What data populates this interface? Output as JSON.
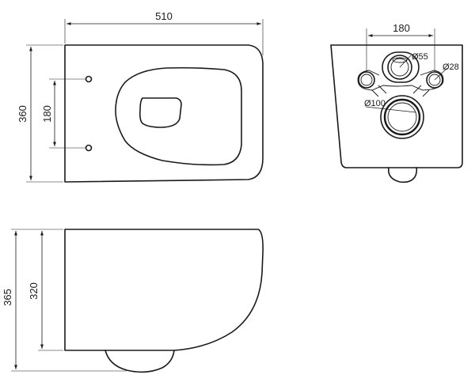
{
  "top_view": {
    "width_label": "510",
    "height_label": "360",
    "hole_spacing_label": "180"
  },
  "back_view": {
    "hole_spacing_label": "180",
    "water_inlet_label": "Ø55",
    "fixing_hole_label": "Ø28",
    "outlet_label": "Ø100"
  },
  "side_view": {
    "total_height_label": "365",
    "body_height_label": "320"
  }
}
